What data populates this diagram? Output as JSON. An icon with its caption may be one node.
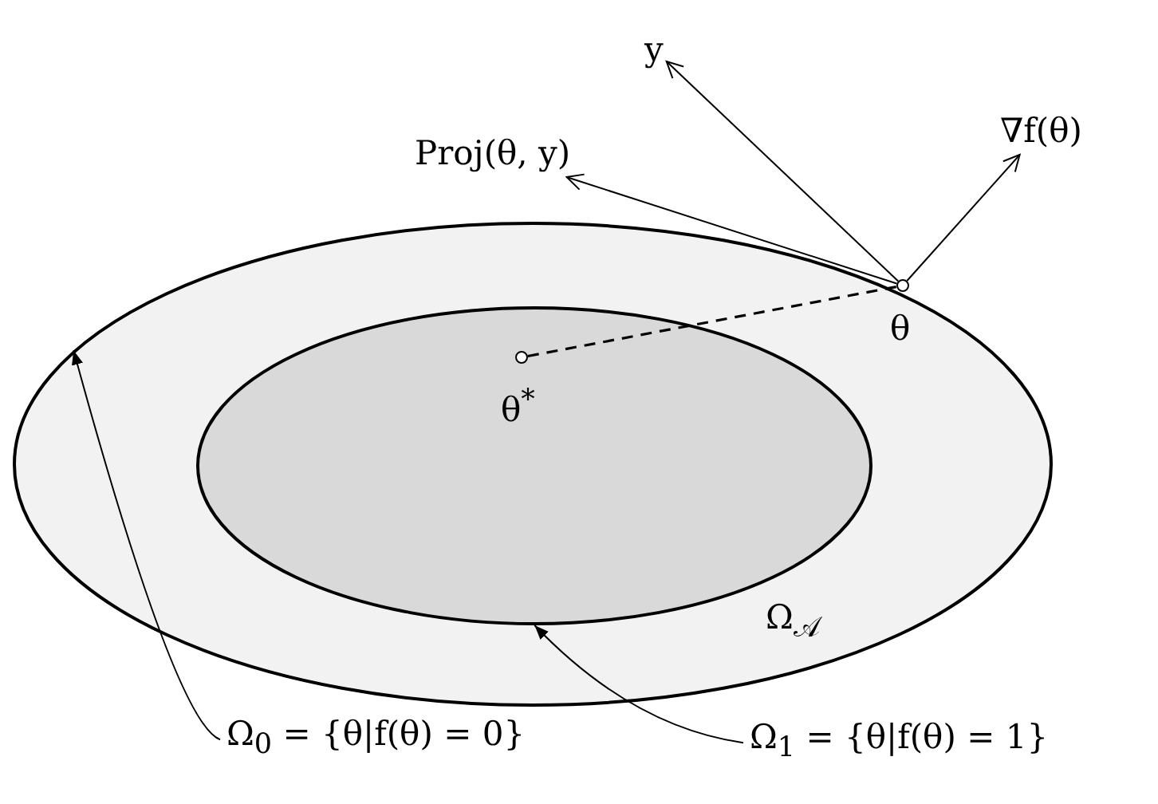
{
  "diagram": {
    "nodes": [
      {
        "text": [
          "Ω$_{𝒜}$"
        ]
      },
      {
        "text": [],
        "shape": "ellipse",
        "in": 0
      },
      {
        "text": [],
        "shape": "circle",
        "in": 1,
        "beside": [
          "θ$^{*}$"
        ]
      },
      {
        "text": [],
        "shape": "circle",
        "beside": [
          "θ"
        ]
      },
      {
        "text": [
          "y"
        ]
      },
      {
        "text": [
          "Proj(θ, y)"
        ]
      },
      {
        "text": [
          "∇f(θ)"
        ]
      },
      {
        "text": [
          "Ω$_{0}$ = {θ|f(θ) = 0}"
        ]
      },
      {
        "text": [
          "Ω$_{1}$ = {θ|f(θ) = 1}"
        ]
      }
    ],
    "edges": [
      {
        "from": 3,
        "to": 4,
        "arrow": "to"
      },
      {
        "from": 3,
        "to": 5,
        "arrow": "to"
      },
      {
        "from": 3,
        "to": 6,
        "arrow": "to"
      },
      {
        "from": 2,
        "to": 3,
        "arrow": "none",
        "style": "dashed"
      },
      {
        "from": 7,
        "to": 0,
        "arrow": "to"
      },
      {
        "from": 8,
        "to": 1,
        "arrow": "to"
      }
    ]
  }
}
